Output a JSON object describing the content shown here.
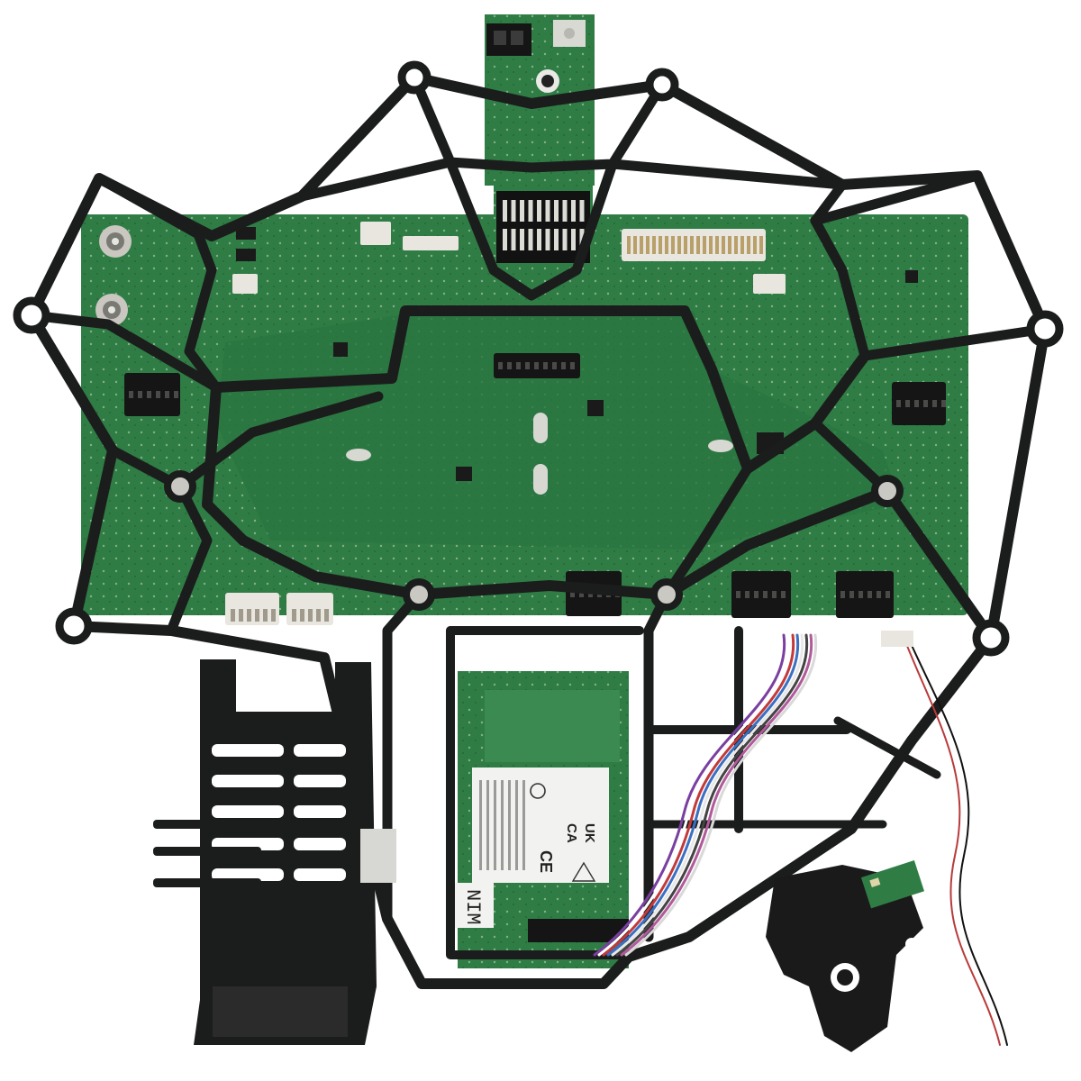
{
  "photo": {
    "subject": "printer-mainboard-assembly"
  },
  "module_label": {
    "mark_uk": "UK",
    "mark_ca": "CA",
    "mark_ce": "CE",
    "edge_text": "NIM"
  },
  "colors": {
    "background": "#ffffff",
    "pcb": "#2f7d45",
    "pcb_dark": "#1f5a31",
    "frame": "#1b1d1c",
    "connector_white": "#e9e6df",
    "connector_black": "#151515",
    "label_white": "#f2f2f0"
  }
}
